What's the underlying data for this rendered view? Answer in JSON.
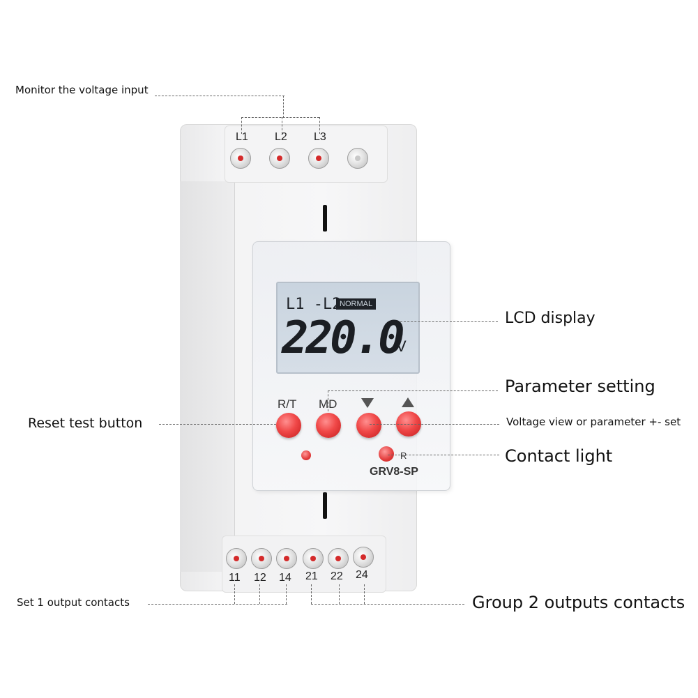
{
  "labels": {
    "monitor_voltage": "Monitor the voltage input",
    "lcd_display": "LCD display",
    "parameter_setting": "Parameter setting",
    "reset_test": "Reset test button",
    "voltage_view": "Voltage view or parameter +- set",
    "contact_light": "Contact light",
    "set1_output": "Set 1 output contacts",
    "group2_output": "Group 2 outputs contacts"
  },
  "device": {
    "model": "GRV8-SP",
    "top_terminals": [
      "L1",
      "L2",
      "L3"
    ],
    "bottom_terminals": [
      "11",
      "12",
      "14",
      "21",
      "22",
      "24"
    ],
    "lcd": {
      "channel": "L1 -L2",
      "status": "NORMAL",
      "value": "220.0",
      "unit": "V"
    },
    "buttons": {
      "reset_test": "R/T",
      "mode": "MD"
    },
    "relay_mark": "R"
  },
  "colors": {
    "button_red": "#f04848",
    "lcd_background": "#cfd8e2",
    "housing": "#f3f3f4"
  }
}
